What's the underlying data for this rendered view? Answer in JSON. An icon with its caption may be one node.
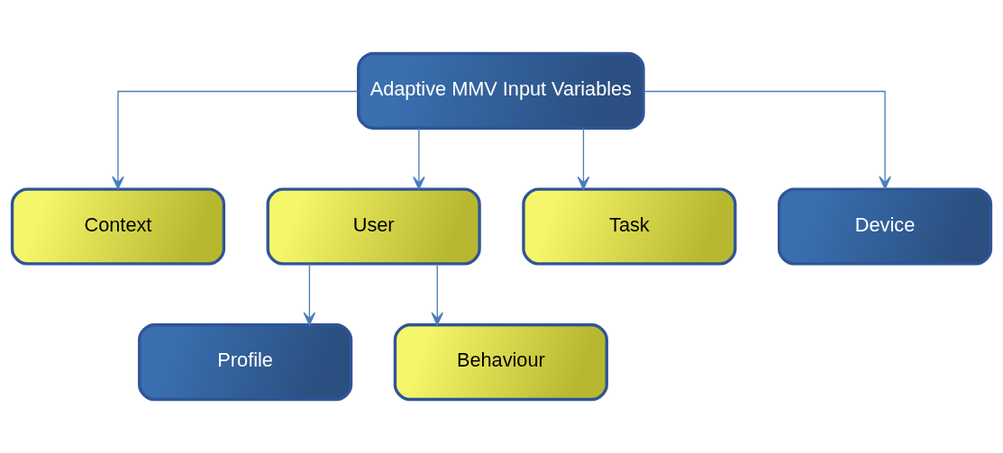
{
  "diagram": {
    "nodes": [
      {
        "text": [
          "Adaptive MMV Input Variables"
        ]
      },
      {
        "text": [
          "Context"
        ]
      },
      {
        "text": [
          "User"
        ]
      },
      {
        "text": [
          "Task"
        ]
      },
      {
        "text": [
          "Device"
        ]
      },
      {
        "text": [
          "Profile"
        ]
      },
      {
        "text": [
          "Behaviour"
        ]
      }
    ],
    "edges": [
      {
        "from": 0,
        "to": 1,
        "arrow": "to"
      },
      {
        "from": 0,
        "to": 2,
        "arrow": "to"
      },
      {
        "from": 0,
        "to": 3,
        "arrow": "to"
      },
      {
        "from": 0,
        "to": 4,
        "arrow": "to"
      },
      {
        "from": 2,
        "to": 5,
        "arrow": "to"
      },
      {
        "from": 2,
        "to": 6,
        "arrow": "to"
      }
    ]
  }
}
